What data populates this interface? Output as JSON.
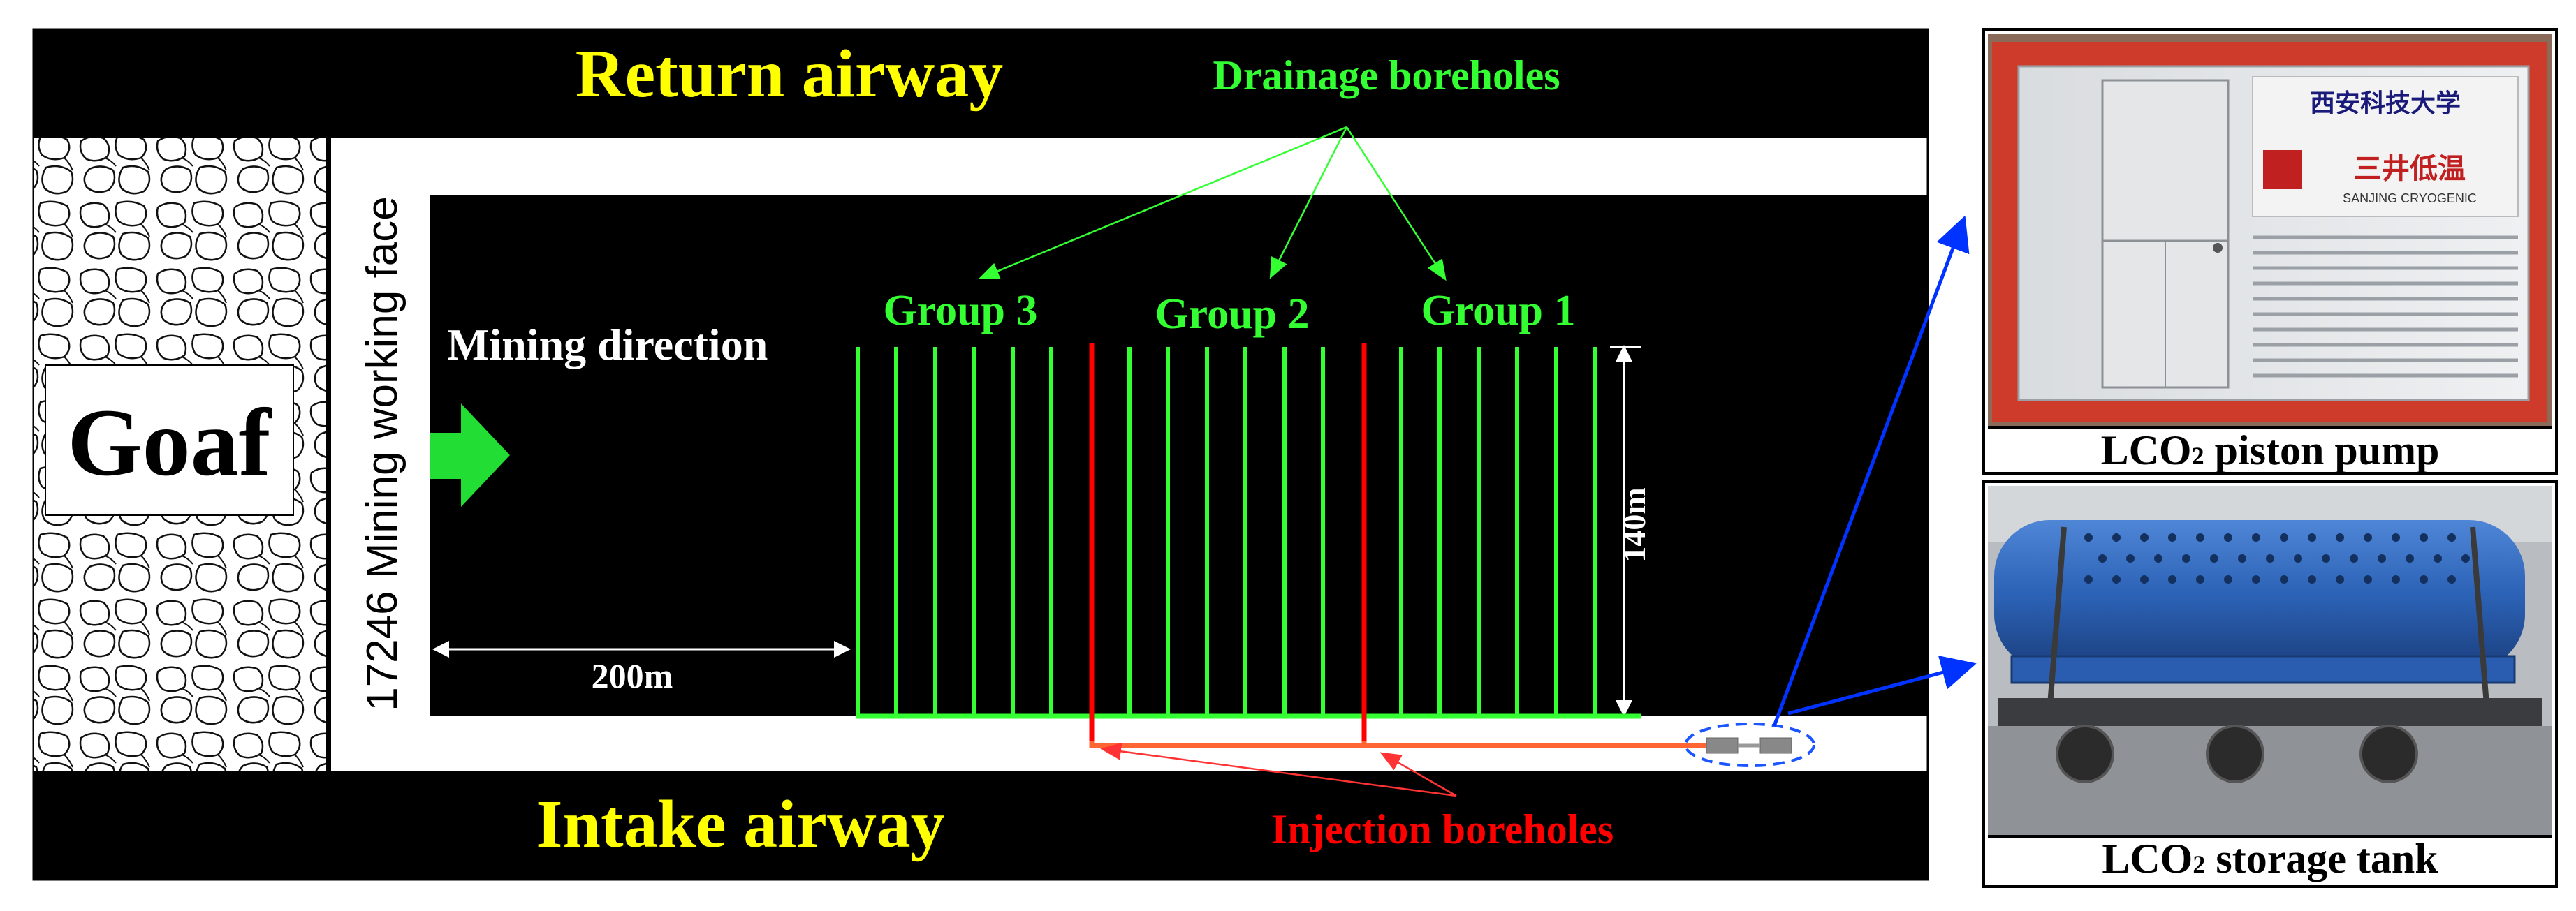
{
  "labels": {
    "return_airway": "Return airway",
    "intake_airway": "Intake airway",
    "goaf": "Goaf",
    "working_face": "17246 Mining working face",
    "mining_direction": "Mining direction",
    "drainage_boreholes": "Drainage boreholes",
    "injection_boreholes": "Injection boreholes",
    "group_3": "Group 3",
    "group_2": "Group 2",
    "group_1": "Group 1",
    "dim_length": "200m",
    "dim_height": "140m",
    "pump_caption_main": "LCO",
    "pump_caption_sub": "2",
    "pump_caption_rest": " piston pump",
    "tank_caption_main": "LCO",
    "tank_caption_sub": "2",
    "tank_caption_rest": " storage tank",
    "pump_chinese_1": "西安科技大学",
    "pump_chinese_2": "三井低温",
    "pump_brand_en": "SANJING CRYOGENIC"
  },
  "colors": {
    "airway": "#000000",
    "airway_text": "#ffff00",
    "drainage": "#33ff33",
    "injection": "#ff0000",
    "injection_pipe": "#ff6633",
    "pointer_blue": "#0033ff",
    "pump_frame": "#d83a2a",
    "tank_body": "#2b62b8"
  },
  "icons": [
    "mining-direction-arrow-icon",
    "connector-icon"
  ]
}
